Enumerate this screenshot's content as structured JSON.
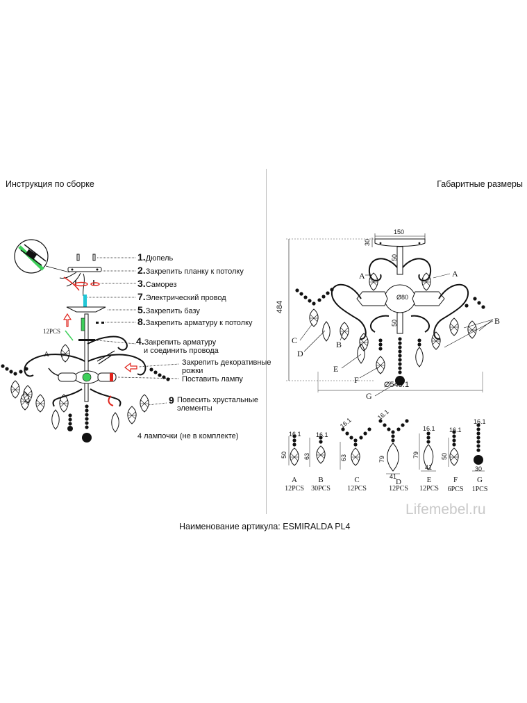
{
  "left": {
    "title": "Инструкция по сборке",
    "steps": [
      {
        "num": "1.",
        "text": "Дюпель"
      },
      {
        "num": "2.",
        "text": "Закрепить планку к потолку"
      },
      {
        "num": "3.",
        "text": "Саморез"
      },
      {
        "num": "7.",
        "text": "Электрический провод"
      },
      {
        "num": "5.",
        "text": "Закрепить базу"
      },
      {
        "num": "8.",
        "text": "Закрепить арматуру к потолку"
      },
      {
        "num": "4.",
        "text": "Закрепить арматуру",
        "text2": "и соединить провода"
      },
      {
        "num": "",
        "text": "Закрепить декоративные",
        "text2": "рожки"
      },
      {
        "num": "",
        "text": "Поставить лампу"
      },
      {
        "num": "9",
        "text": "Повесить хрустальные",
        "text2": "элементы"
      }
    ],
    "lamps_note": "4 лампочки (не в комплекте)",
    "label_pcs": "12PCS",
    "label_a": "A"
  },
  "right": {
    "title": "Габаритные размеры",
    "dims": {
      "top": "150",
      "top_h": "30",
      "stem": "50",
      "stem2": "50",
      "height": "484",
      "center": "Ø80",
      "diameter": "Ø545.1"
    },
    "labels": [
      "A",
      "A",
      "B",
      "C",
      "D",
      "E",
      "F",
      "G"
    ],
    "parts": [
      {
        "letter": "A",
        "pcs": "12PCS",
        "w": "16.1",
        "h": "50"
      },
      {
        "letter": "B",
        "pcs": "30PCS",
        "w": "16.1",
        "h": "63"
      },
      {
        "letter": "C",
        "pcs": "12PCS",
        "w": "16.1",
        "h": "63"
      },
      {
        "letter": "D",
        "pcs": "12PCS",
        "w": "16.1",
        "h": "79",
        "b": "41"
      },
      {
        "letter": "E",
        "pcs": "12PCS",
        "w": "16.1",
        "h": "79",
        "b": "41"
      },
      {
        "letter": "F",
        "pcs": "6PCS",
        "w": "16.1",
        "h": "50"
      },
      {
        "letter": "G",
        "pcs": "1PCS",
        "w": "16.1",
        "b": "30"
      }
    ]
  },
  "watermark": "Lifemebel.ru",
  "article": "Наименование артикула: ESMIRALDA PL4",
  "colors": {
    "red": "#e0231b",
    "green": "#3ecf5a",
    "cyan": "#22c7d6",
    "ink": "#111111",
    "watermark": "#c9c9c9"
  }
}
